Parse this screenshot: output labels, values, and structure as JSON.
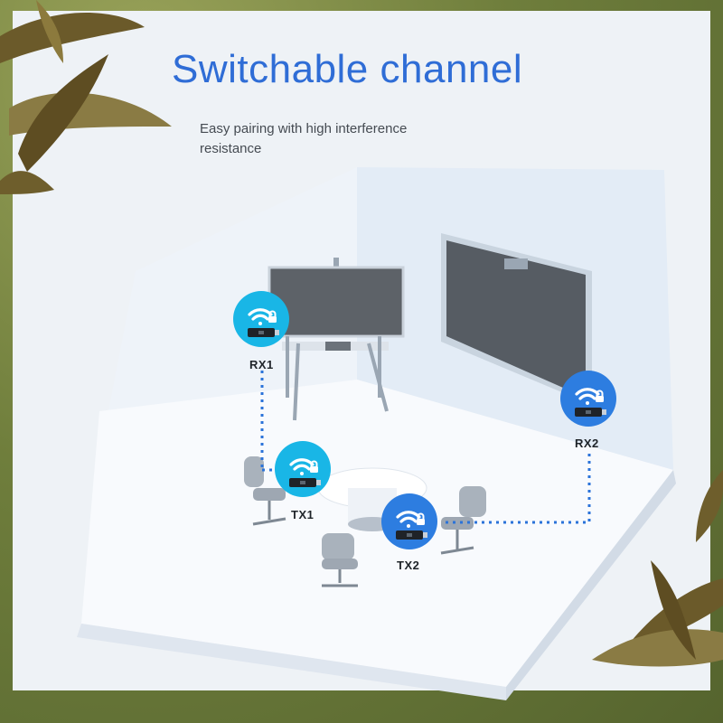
{
  "title": "Switchable channel",
  "subtitle": "Easy pairing with high interference resistance",
  "devices": [
    {
      "id": "rx1",
      "label": "RX1",
      "color": "#19b6e6"
    },
    {
      "id": "rx2",
      "label": "RX2",
      "color": "#2d7de0"
    },
    {
      "id": "tx1",
      "label": "TX1",
      "color": "#19b6e6"
    },
    {
      "id": "tx2",
      "label": "TX2",
      "color": "#2d7de0"
    }
  ],
  "icons": [
    "wifi-lock-icon",
    "usb-dongle-icon"
  ],
  "colors": {
    "title": "#2f6dd6",
    "link_line": "#2b73d9",
    "room_floor": "#f7f9fc",
    "room_wall": "#e4edf7"
  }
}
